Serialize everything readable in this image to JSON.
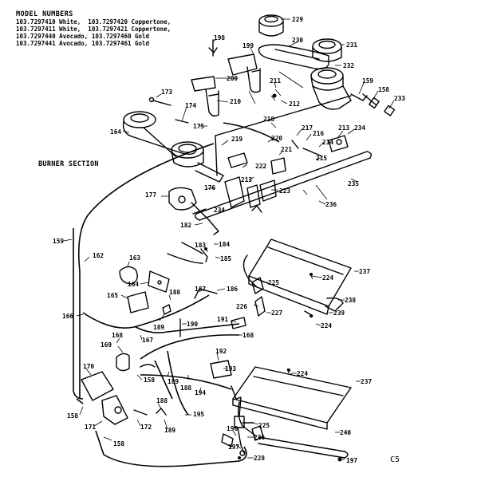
{
  "models": {
    "header": "MODEL NUMBERS",
    "rows": [
      "103.7297410 White,  103.7297420 Coppertone,",
      "103.7297411 White,  103.7297421 Coppertone,",
      "103.7297440 Avocado, 103.7297460 Gold",
      "103.7297441 Avocado, 103.7297461 Gold"
    ]
  },
  "section_title": "BURNER SECTION",
  "page_code": "C5",
  "labels": [
    {
      "id": "l229",
      "text": "229"
    },
    {
      "id": "l198",
      "text": "198"
    },
    {
      "id": "l230",
      "text": "230"
    },
    {
      "id": "l231",
      "text": "231"
    },
    {
      "id": "l199",
      "text": "199"
    },
    {
      "id": "l232",
      "text": "232"
    },
    {
      "id": "l200",
      "text": "200"
    },
    {
      "id": "l211",
      "text": "211"
    },
    {
      "id": "l159a",
      "text": "159"
    },
    {
      "id": "l158a",
      "text": "158"
    },
    {
      "id": "l173",
      "text": "173"
    },
    {
      "id": "l212",
      "text": "212"
    },
    {
      "id": "l210",
      "text": "210"
    },
    {
      "id": "l233",
      "text": "233"
    },
    {
      "id": "l174",
      "text": "174"
    },
    {
      "id": "l218",
      "text": "218"
    },
    {
      "id": "l175",
      "text": "175"
    },
    {
      "id": "l213a",
      "text": "213"
    },
    {
      "id": "l234a",
      "text": "234"
    },
    {
      "id": "l164",
      "text": "164"
    },
    {
      "id": "l217",
      "text": "217"
    },
    {
      "id": "l216",
      "text": "216"
    },
    {
      "id": "l219",
      "text": "219"
    },
    {
      "id": "l220",
      "text": "220"
    },
    {
      "id": "l214",
      "text": "214"
    },
    {
      "id": "l221",
      "text": "221"
    },
    {
      "id": "l215",
      "text": "215"
    },
    {
      "id": "l222",
      "text": "222"
    },
    {
      "id": "l213b",
      "text": "213"
    },
    {
      "id": "l235",
      "text": "235"
    },
    {
      "id": "l176",
      "text": "176"
    },
    {
      "id": "l223",
      "text": "223"
    },
    {
      "id": "l177",
      "text": "177"
    },
    {
      "id": "l236",
      "text": "236"
    },
    {
      "id": "l234b",
      "text": "234"
    },
    {
      "id": "l182",
      "text": "182"
    },
    {
      "id": "l159b",
      "text": "159"
    },
    {
      "id": "l183",
      "text": "183"
    },
    {
      "id": "l184",
      "text": "184"
    },
    {
      "id": "l162",
      "text": "162"
    },
    {
      "id": "l163",
      "text": "163"
    },
    {
      "id": "l185",
      "text": "185"
    },
    {
      "id": "l224a",
      "text": "224"
    },
    {
      "id": "l237a",
      "text": "237"
    },
    {
      "id": "l225a",
      "text": "225"
    },
    {
      "id": "l164b",
      "text": "164"
    },
    {
      "id": "l186",
      "text": "186"
    },
    {
      "id": "l165",
      "text": "165"
    },
    {
      "id": "l188a",
      "text": "188"
    },
    {
      "id": "l187",
      "text": "187"
    },
    {
      "id": "l238",
      "text": "238"
    },
    {
      "id": "l226a",
      "text": "226"
    },
    {
      "id": "l227",
      "text": "227"
    },
    {
      "id": "l239",
      "text": "239"
    },
    {
      "id": "l166",
      "text": "166"
    },
    {
      "id": "l189a",
      "text": "189"
    },
    {
      "id": "l190",
      "text": "190"
    },
    {
      "id": "l191",
      "text": "191"
    },
    {
      "id": "l224b",
      "text": "224"
    },
    {
      "id": "l168a",
      "text": "168"
    },
    {
      "id": "l168b",
      "text": "168"
    },
    {
      "id": "l167",
      "text": "167"
    },
    {
      "id": "l169",
      "text": "169"
    },
    {
      "id": "l192",
      "text": "192"
    },
    {
      "id": "l193",
      "text": "193"
    },
    {
      "id": "l224c",
      "text": "224"
    },
    {
      "id": "l237b",
      "text": "237"
    },
    {
      "id": "l170",
      "text": "170"
    },
    {
      "id": "l158b",
      "text": "158"
    },
    {
      "id": "l189b",
      "text": "189"
    },
    {
      "id": "l188b",
      "text": "188"
    },
    {
      "id": "l194",
      "text": "194"
    },
    {
      "id": "l188c",
      "text": "188"
    },
    {
      "id": "l158c",
      "text": "158"
    },
    {
      "id": "l195",
      "text": "195"
    },
    {
      "id": "l171",
      "text": "171"
    },
    {
      "id": "l172",
      "text": "172"
    },
    {
      "id": "l189c",
      "text": "189"
    },
    {
      "id": "l225b",
      "text": "225"
    },
    {
      "id": "l240",
      "text": "240"
    },
    {
      "id": "l196",
      "text": "196"
    },
    {
      "id": "l226b",
      "text": "226"
    },
    {
      "id": "l158d",
      "text": "158"
    },
    {
      "id": "l197a",
      "text": "197"
    },
    {
      "id": "l228",
      "text": "228"
    },
    {
      "id": "l197b",
      "text": "197"
    }
  ]
}
